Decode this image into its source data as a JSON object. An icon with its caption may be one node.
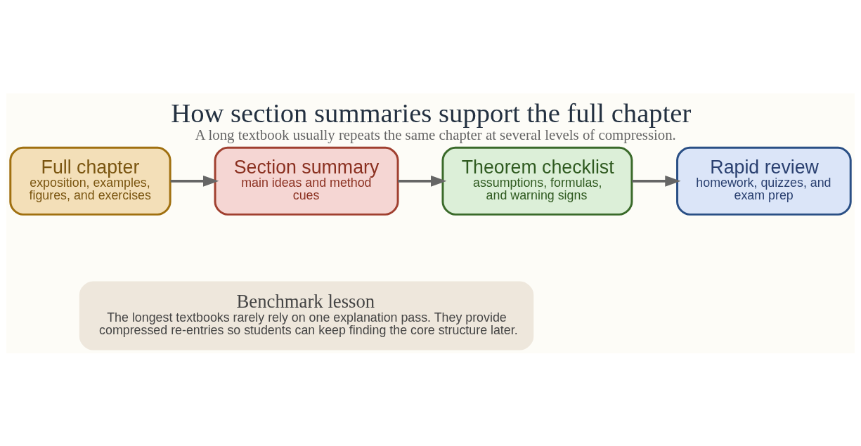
{
  "diagram": {
    "title": "How section summaries support the full chapter",
    "caption": "A long textbook usually repeats the same chapter at several levels of compression.",
    "nodes": [
      {
        "text": [
          "Full chapter",
          "exposition, examples, figures, and exercises"
        ]
      },
      {
        "text": [
          "Section summary",
          "main ideas and method cues"
        ]
      },
      {
        "text": [
          "Theorem checklist",
          "assumptions, formulas, and warning signs"
        ]
      },
      {
        "text": [
          "Rapid review",
          "homework, quizzes, and exam prep"
        ]
      },
      {
        "text": [
          "Benchmark lesson",
          "The longest textbooks rarely rely on one explanation pass. They provide compressed re-entries so students can keep finding the core structure later."
        ]
      }
    ],
    "edges": [
      {
        "from": 0,
        "to": 1,
        "arrow": "to"
      },
      {
        "from": 1,
        "to": 2,
        "arrow": "to"
      },
      {
        "from": 2,
        "to": 3,
        "arrow": "to"
      }
    ]
  }
}
